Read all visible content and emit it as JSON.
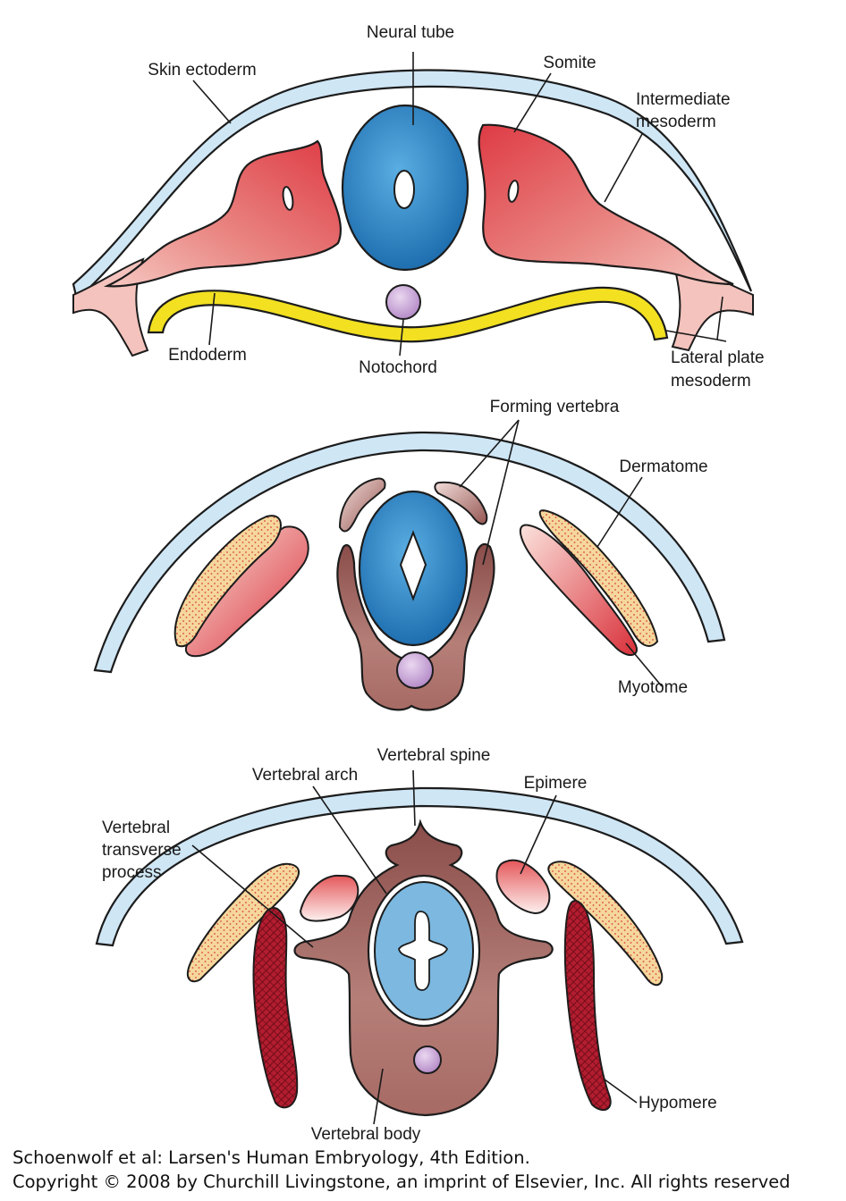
{
  "panel_top": {
    "labels": {
      "neural_tube": "Neural tube",
      "skin_ectoderm": "Skin ectoderm",
      "somite": "Somite",
      "intermediate_mesoderm_1": "Intermediate",
      "intermediate_mesoderm_2": "mesoderm",
      "endoderm": "Endoderm",
      "notochord": "Notochord",
      "lateral_plate_1": "Lateral plate",
      "lateral_plate_2": "mesoderm"
    }
  },
  "panel_middle": {
    "labels": {
      "forming_vertebra": "Forming vertebra",
      "dermatome": "Dermatome",
      "myotome": "Myotome"
    }
  },
  "panel_bottom": {
    "labels": {
      "vertebral_spine": "Vertebral spine",
      "vertebral_arch": "Vertebral arch",
      "epimere": "Epimere",
      "transverse_1": "Vertebral",
      "transverse_2": "transverse",
      "transverse_3": "process",
      "hypomere": "Hypomere",
      "vertebral_body": "Vertebral body"
    }
  },
  "credit": {
    "line1": "Schoenwolf et al: Larsen's Human Embryology, 4th Edition.",
    "line2": "Copyright © 2008 by Churchill Livingstone, an imprint of Elsevier, Inc. All rights reserved"
  },
  "colors": {
    "ectoderm": "#cfe6f5",
    "neural_tube": "#2c7fc1",
    "mesoderm": "#e0474f",
    "endoderm": "#f2e021",
    "notochord": "#c7a3d6",
    "vertebra": "#9a5a55",
    "dermatome": "#f3cf8f",
    "hypomere": "#a8162a"
  }
}
